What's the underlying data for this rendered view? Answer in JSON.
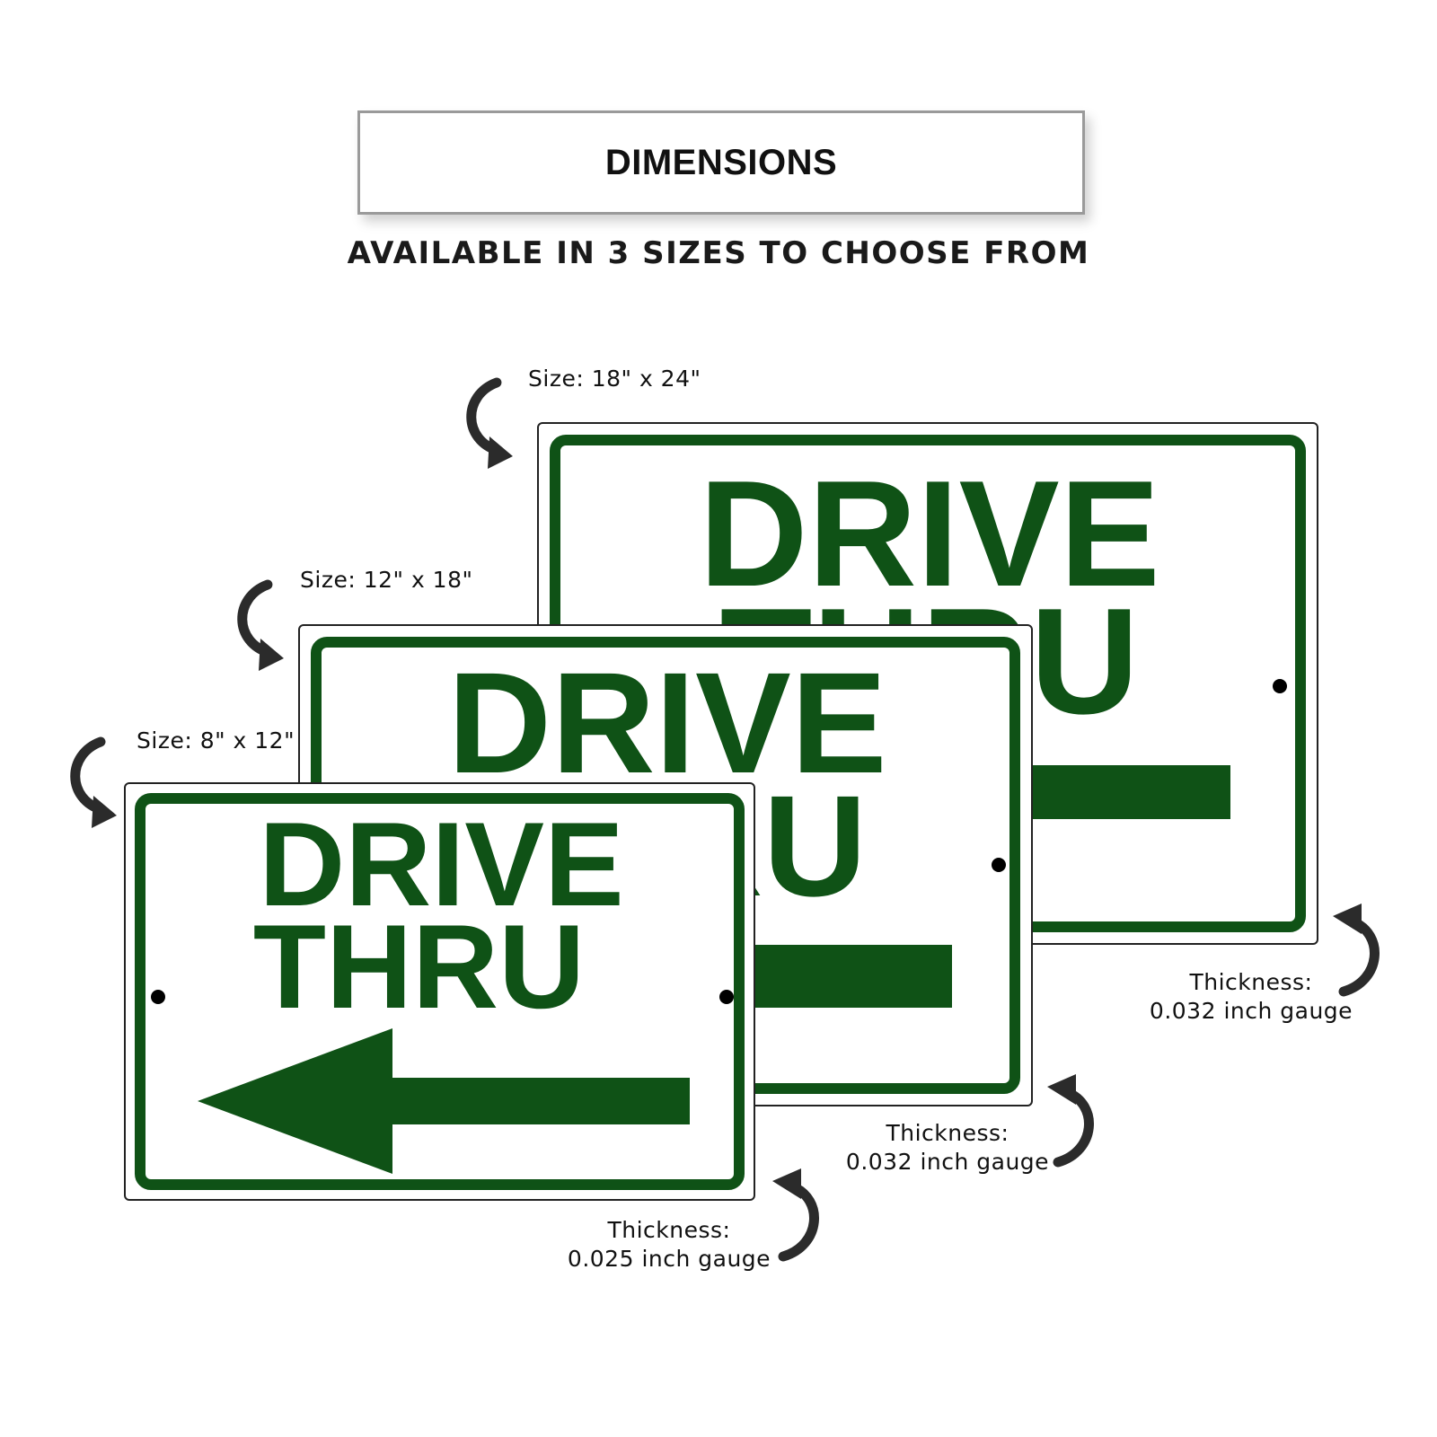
{
  "header": {
    "title": "DIMENSIONS",
    "subtitle": "AVAILABLE IN 3 SIZES TO CHOOSE FROM"
  },
  "signs": [
    {
      "size_label": "Size: 18\" x 24\"",
      "line1": "DRIVE",
      "line2": "THRU",
      "thickness_label": "Thickness:",
      "thickness_value": "0.032 inch gauge"
    },
    {
      "size_label": "Size: 12\" x 18\"",
      "line1": "DRIVE",
      "line2": "THRU",
      "thickness_label": "Thickness:",
      "thickness_value": "0.032 inch gauge"
    },
    {
      "size_label": "Size: 8\" x 12\"",
      "line1": "DRIVE",
      "line2": "THRU",
      "thickness_label": "Thickness:",
      "thickness_value": "0.025 inch gauge"
    }
  ],
  "colors": {
    "sign_green": "#0f5216",
    "pointer_arrows": "#2b2b2b"
  },
  "icons": [
    "curved-pointer-arrow-icon",
    "left-arrow-icon"
  ]
}
